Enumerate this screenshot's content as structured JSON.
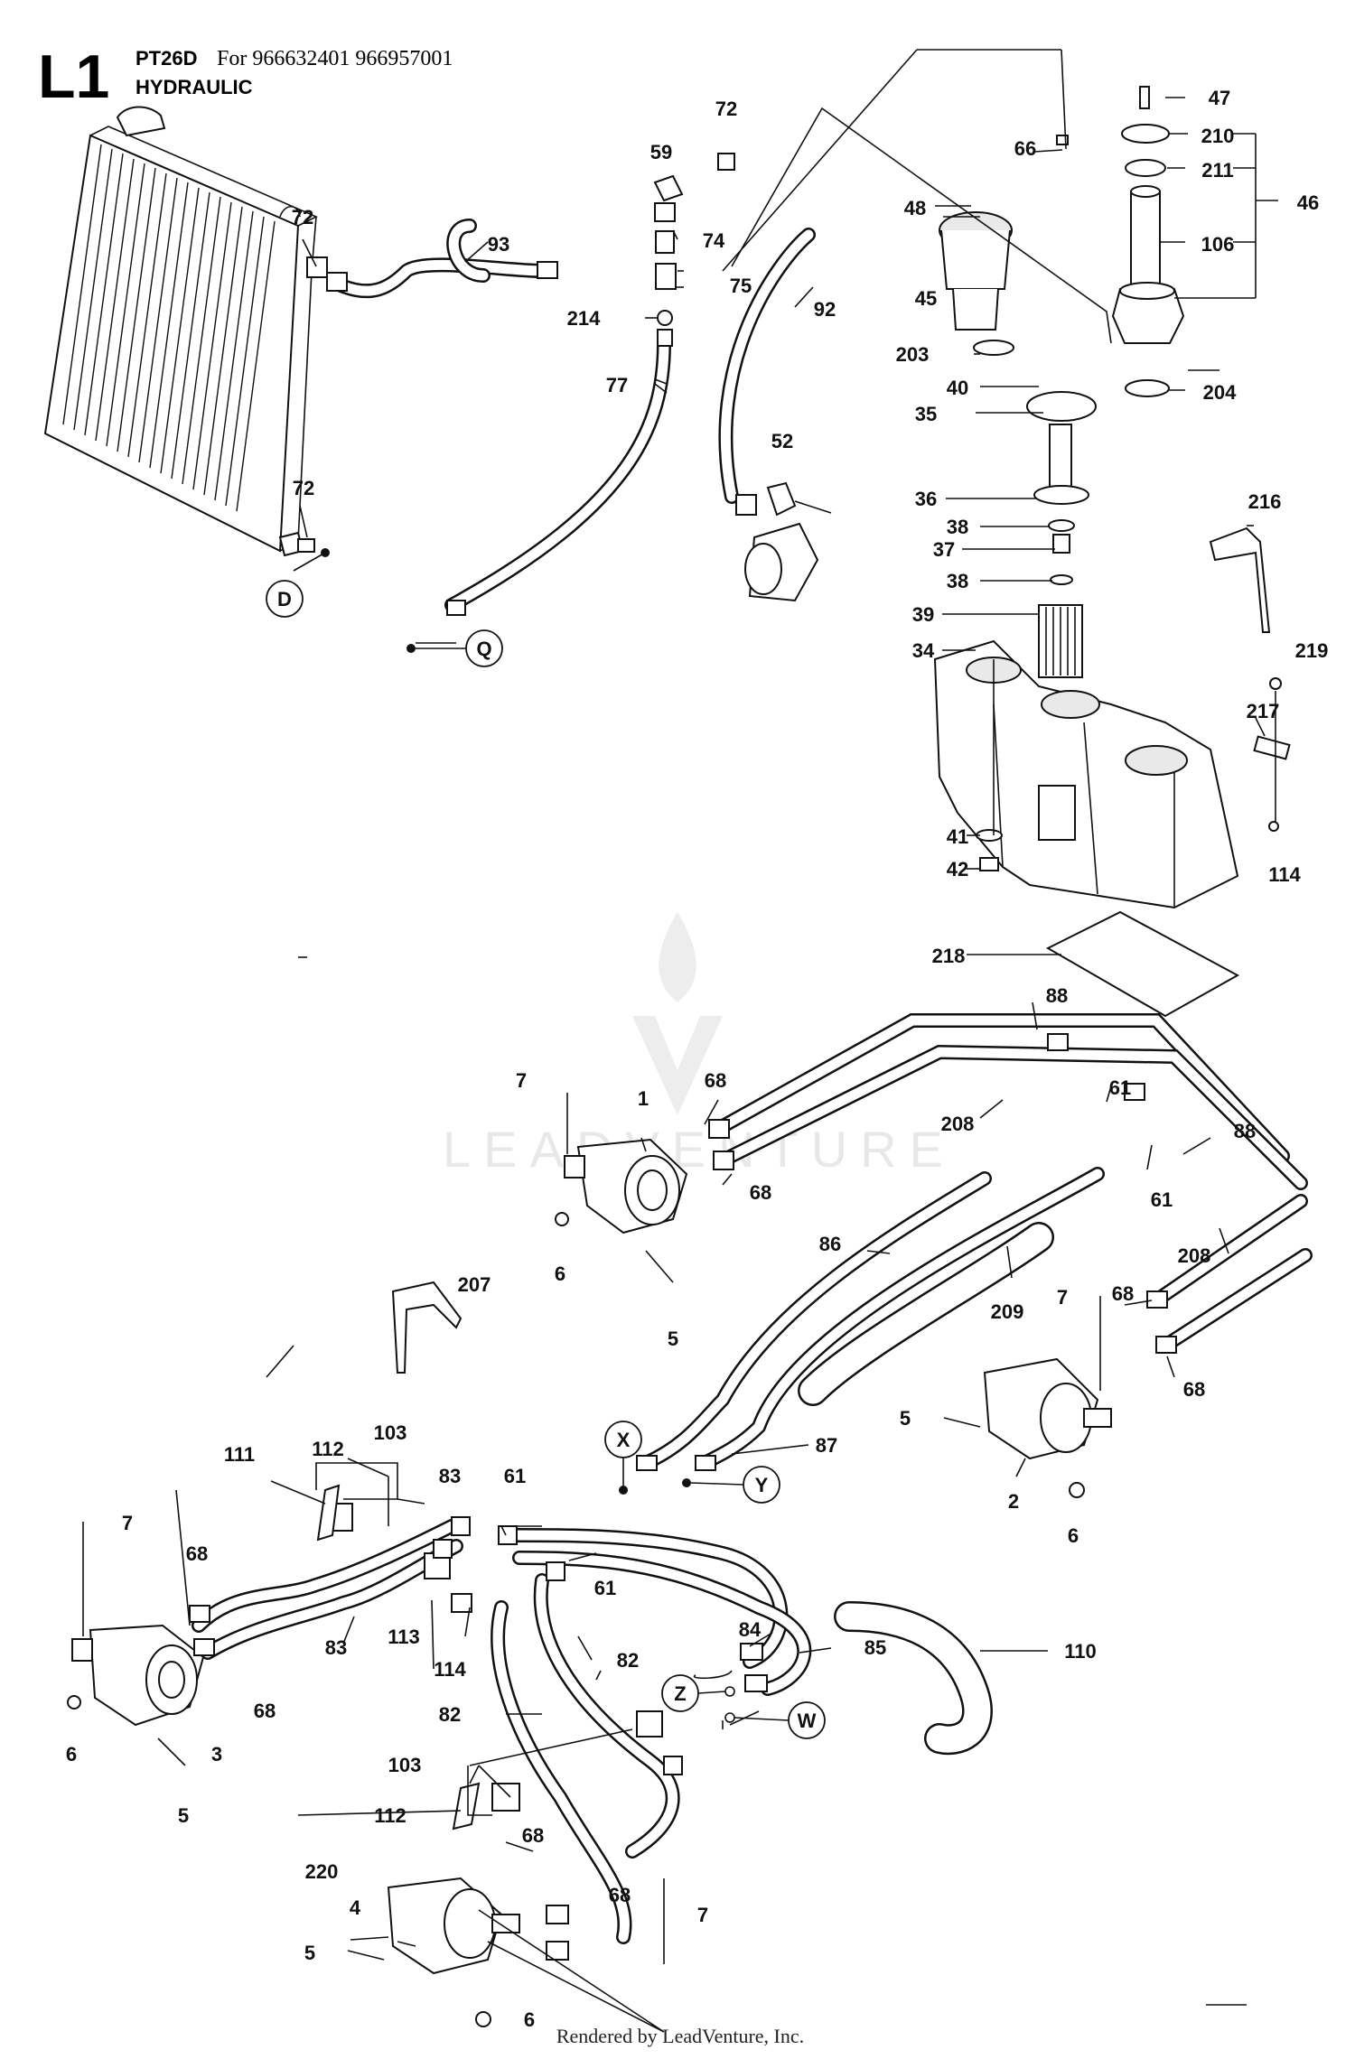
{
  "header": {
    "section_code": "L1",
    "model": "PT26D",
    "applies_to": "For 966632401 966957001",
    "section_title": "HYDRAULIC"
  },
  "watermark": {
    "text": "LEADVENTURE"
  },
  "footer": {
    "rendered_by": "Rendered by LeadVenture, Inc."
  },
  "connection_labels": [
    "D",
    "Q",
    "X",
    "Y",
    "Z",
    "W"
  ],
  "part_callouts": [
    "47",
    "210",
    "211",
    "46",
    "106",
    "66",
    "72",
    "59",
    "48",
    "74",
    "93",
    "75",
    "45",
    "72",
    "214",
    "92",
    "203",
    "40",
    "204",
    "77",
    "35",
    "52",
    "36",
    "216",
    "38",
    "37",
    "38",
    "72",
    "39",
    "34",
    "219",
    "217",
    "41",
    "42",
    "114",
    "218",
    "88",
    "7",
    "68",
    "1",
    "61",
    "208",
    "68",
    "88",
    "61",
    "6",
    "86",
    "208",
    "207",
    "209",
    "7",
    "68",
    "5",
    "68",
    "5",
    "87",
    "2",
    "6",
    "111",
    "112",
    "103",
    "83",
    "61",
    "7",
    "68",
    "61",
    "83",
    "113",
    "114",
    "82",
    "84",
    "85",
    "110",
    "68",
    "82",
    "3",
    "6",
    "5",
    "103",
    "112",
    "68",
    "220",
    "68",
    "4",
    "7",
    "5",
    "6"
  ]
}
